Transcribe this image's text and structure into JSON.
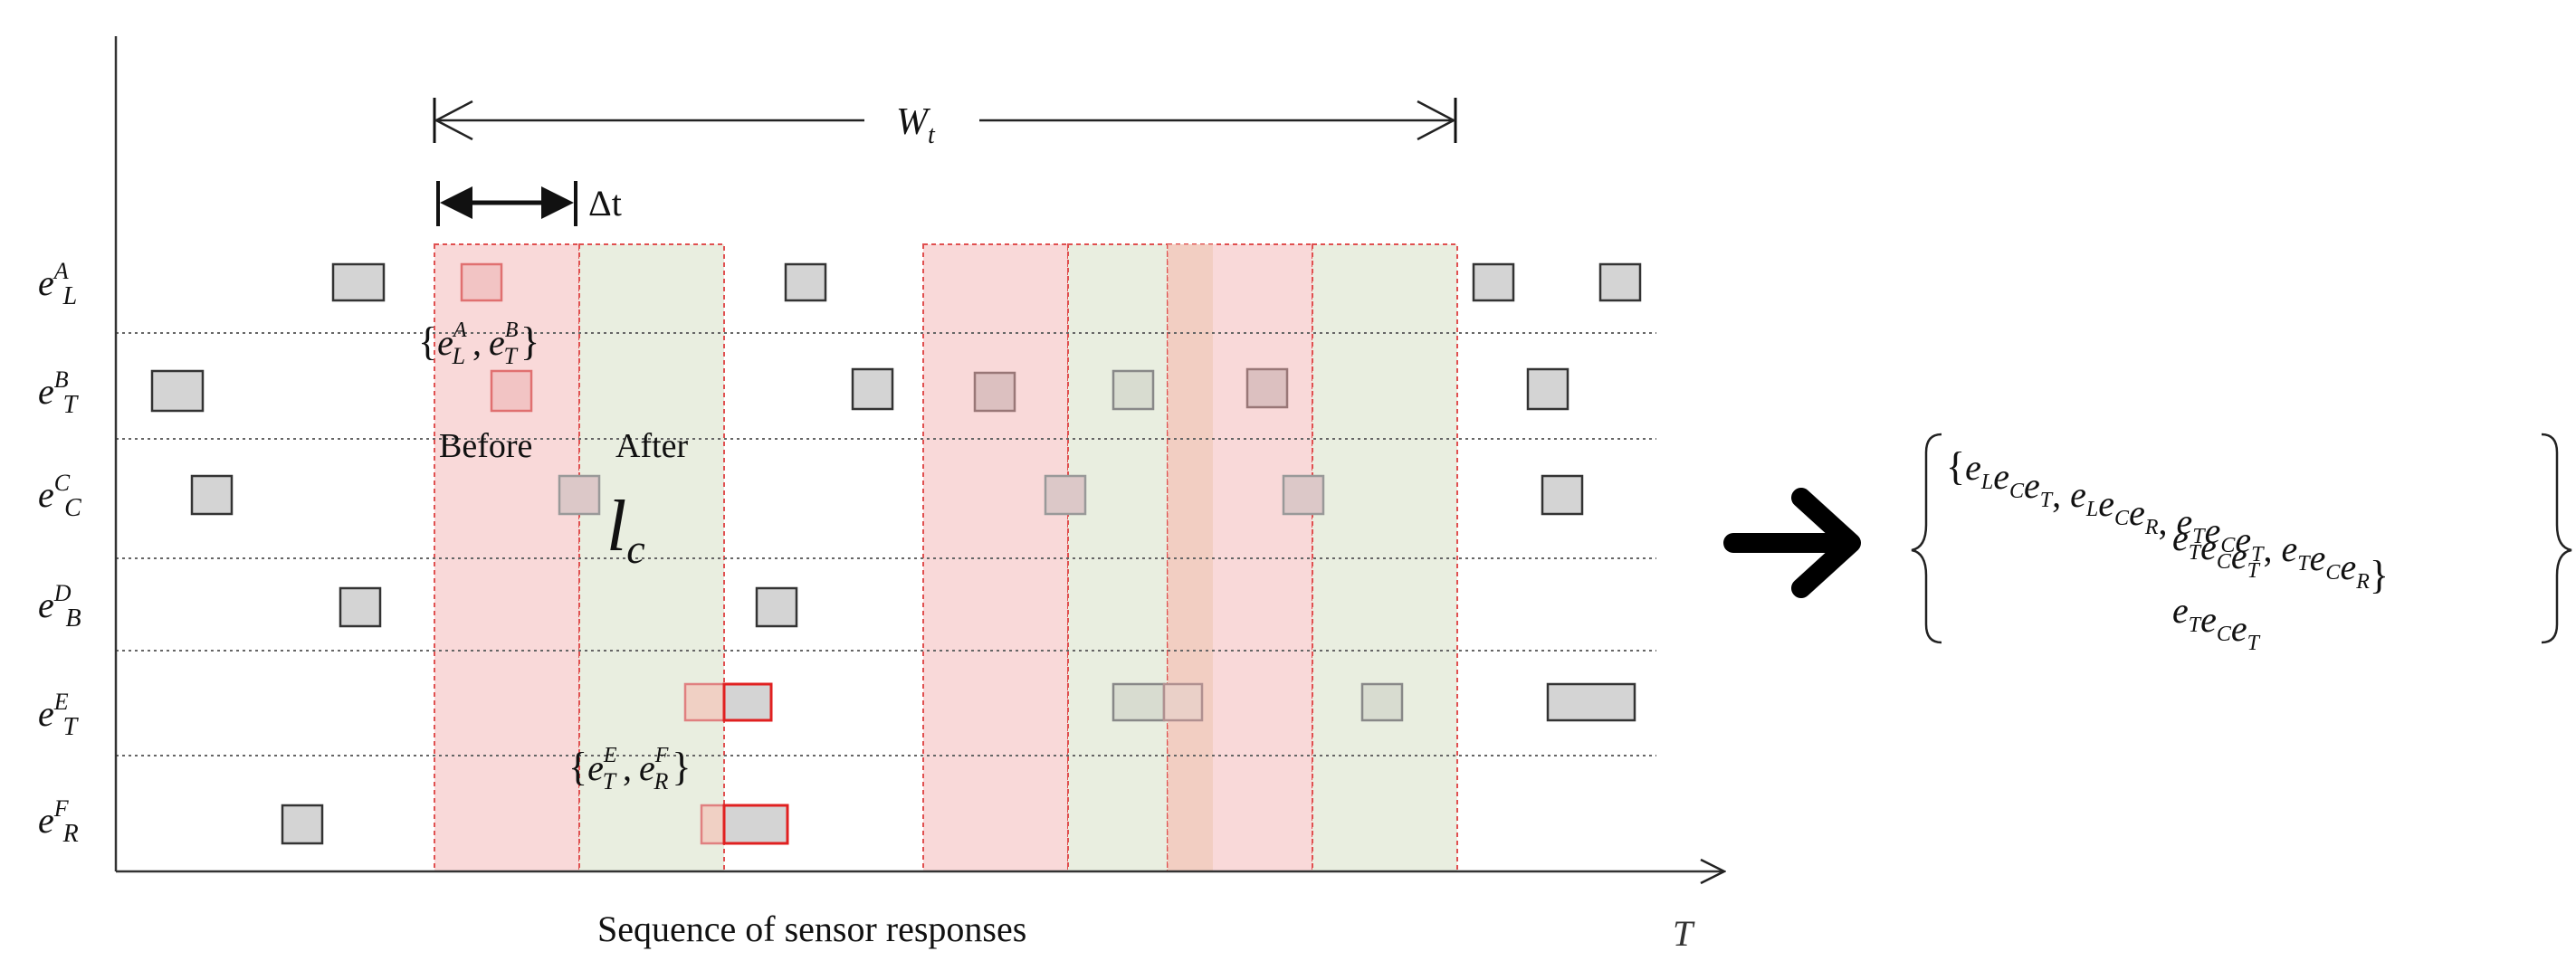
{
  "axis": {
    "time_label": "T",
    "caption": "Sequence of sensor responses"
  },
  "window": {
    "label_main": "W",
    "label_sub": "t"
  },
  "delta": {
    "label": "Δt"
  },
  "rows": [
    {
      "base": "e",
      "sup": "A",
      "sub": "L"
    },
    {
      "base": "e",
      "sup": "B",
      "sub": "T"
    },
    {
      "base": "e",
      "sup": "C",
      "sub": "C"
    },
    {
      "base": "e",
      "sup": "D",
      "sub": "B"
    },
    {
      "base": "e",
      "sup": "E",
      "sub": "T"
    },
    {
      "base": "e",
      "sup": "F",
      "sub": "R"
    }
  ],
  "annotations": {
    "before": "Before",
    "after": "After",
    "lc_main": "l",
    "lc_sub": "c",
    "set1": {
      "open": "{",
      "e1": "e",
      "e1_sup": "A",
      "e1_sub": "L",
      "comma": ",",
      "e2": "e",
      "e2_sup": "B",
      "e2_sub": "T",
      "close": "}"
    },
    "set2": {
      "open": "{",
      "e1": "e",
      "e1_sup": "E",
      "e1_sub": "T",
      "comma": ",",
      "e2": "e",
      "e2_sup": "F",
      "e2_sub": "R",
      "close": "}"
    }
  },
  "result": {
    "arrow": "➜",
    "line1": [
      {
        "base": "e",
        "sub": "L"
      },
      {
        "base": "e",
        "sub": "C"
      },
      {
        "base": "e",
        "sub": "T"
      },
      {
        "sep": ", "
      },
      {
        "base": "e",
        "sub": "L"
      },
      {
        "base": "e",
        "sub": "C"
      },
      {
        "base": "e",
        "sub": "R"
      },
      {
        "sep": ", "
      },
      {
        "base": "e",
        "sub": "T"
      },
      {
        "base": "e",
        "sub": "C"
      },
      {
        "base": "e",
        "sub": "T"
      },
      {
        "sep": ", "
      },
      {
        "base": "e",
        "sub": "T"
      },
      {
        "base": "e",
        "sub": "C"
      },
      {
        "base": "e",
        "sub": "R"
      }
    ],
    "line2": [
      {
        "base": "e",
        "sub": "T"
      },
      {
        "base": "e",
        "sub": "C"
      },
      {
        "base": "e",
        "sub": "T"
      }
    ],
    "line3": [
      {
        "base": "e",
        "sub": "T"
      },
      {
        "base": "e",
        "sub": "C"
      },
      {
        "base": "e",
        "sub": "T"
      }
    ]
  },
  "colors": {
    "before_fill": "#f9d9d9",
    "after_fill": "#e9eee0",
    "window_border": "#e05050",
    "event_fill": "#d4d4d4",
    "event_border": "#333333",
    "highlight_border": "#e02020"
  }
}
